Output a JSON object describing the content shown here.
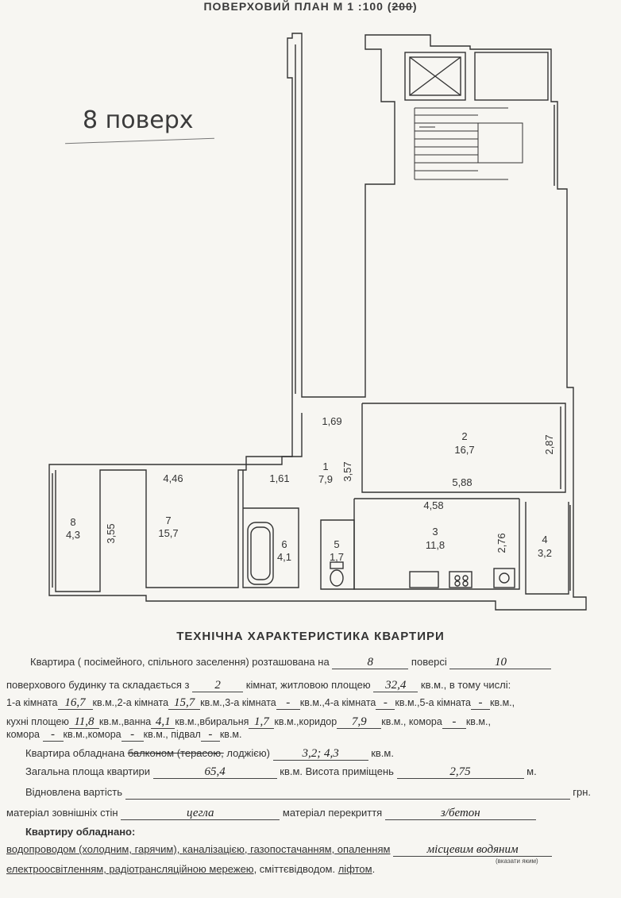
{
  "header": {
    "title_prefix": "ПОВЕРХОВИЙ ПЛАН М 1 :100 (",
    "title_strike": "200",
    "title_suffix": ")"
  },
  "floor_label": "8 поверх",
  "rooms": [
    {
      "id": "1",
      "area": "7,9"
    },
    {
      "id": "2",
      "area": "16,7"
    },
    {
      "id": "3",
      "area": "11,8"
    },
    {
      "id": "4",
      "area": "3,2"
    },
    {
      "id": "5",
      "area": "1,7"
    },
    {
      "id": "6",
      "area": "4,1"
    },
    {
      "id": "7",
      "area": "15,7"
    },
    {
      "id": "8",
      "area": "4,3"
    }
  ],
  "dimensions": {
    "d169": "1,69",
    "d161": "1,61",
    "d357": "3,57",
    "d446": "4,46",
    "d355": "3,55",
    "d287": "2,87",
    "d588": "5,88",
    "d458": "4,58",
    "d276": "2,76"
  },
  "tech": {
    "title": "ТЕХНІЧНА ХАРАКТЕРИСТИКА  КВАРТИРИ",
    "l1_a": "Квартира ( посімейного, спільного заселення) розташована на",
    "floor": "8",
    "l1_b": "поверсі",
    "floors_total": "10",
    "l2_a": "поверхового будинку та складається з",
    "rooms_count": "2",
    "l2_b": "кімнат, житловою площею",
    "living_area": "32,4",
    "l2_c": "кв.м.,  в тому числі:",
    "l3_a": "1-а кімната",
    "r1": "16,7",
    "l3_b": "кв.м.,2-а кімната",
    "r2": "15,7",
    "l3_c": "кв.м.,3-а кімната",
    "r3": "-",
    "l3_d": "кв.м.,4-а кімната",
    "r4": "-",
    "l3_e": "кв.м.,5-а кімната",
    "r5": "-",
    "l3_f": "кв.м.,",
    "l4_a": "кухні площею",
    "kitchen": "11,8",
    "l4_b": "кв.м.,ванна",
    "bath": "4,1",
    "l4_c": "кв.м.,вбиральня",
    "wc": "1,7",
    "l4_d": "кв.м.,коридор",
    "corridor": "7,9",
    "l4_e": "кв.м.,  комора",
    "storage1": "-",
    "l4_f": "кв.м.,",
    "l5_a": "комора",
    "storage2": "-",
    "l5_b": "кв.м.,комора",
    "storage3": "-",
    "l5_c": "кв.м.,  підвал",
    "basement": "-",
    "l5_d": "кв.м.",
    "l6_a": "Квартира обладнана ",
    "l6_strike": "балконом (терасою,",
    "l6_b": " лоджією)",
    "loggia": "3,2; 4,3",
    "l6_c": "кв.м.",
    "l7_a": "Загальна площа квартири",
    "total_area": "65,4",
    "l7_b": "кв.м. Висота приміщень",
    "height": "2,75",
    "l7_c": "м.",
    "l8_a": "Відновлена вартість",
    "l8_b": "грн.",
    "l9_a": "матеріал зовнішніх стін",
    "wall_material": "цегла",
    "l9_b": "матеріал перекриття",
    "floor_material": "з/бетон",
    "l10": "Квартиру обладнано:",
    "l11_a": "водопроводом (холодним, гарячим), ",
    "l11_b": "каналізацією, газопостачанням, опаленням",
    "heating": "місцевим водяним",
    "heating_note": "(вказати яким)",
    "l12_a": "електроосвітленням, радіотрансляційною мережею",
    "l12_b": ", сміттєвідводом. ",
    "l12_c": "ліфтом",
    "l12_d": "."
  }
}
